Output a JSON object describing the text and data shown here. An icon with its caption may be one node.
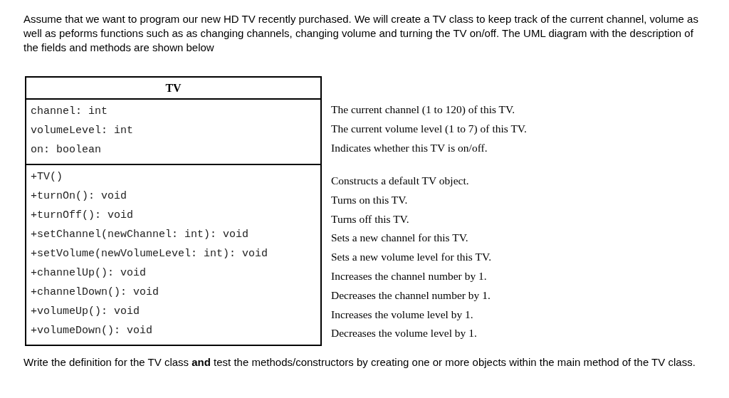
{
  "diagram": {
    "nodes": [
      {
        "text": [
          "TV"
        ]
      },
      {
        "text": [
          "channel: int",
          "volumeLevel: int",
          "on: boolean"
        ],
        "in": 0
      },
      {
        "text": [
          "+TV()",
          "+turnOn(): void",
          "+turnOff(): void",
          "+setChannel(newChannel: int): void",
          "+setVolume(newVolumeLevel: int): void",
          "+channelUp(): void",
          "+channelDown(): void",
          "+volumeUp(): void",
          "+volumeDown(): void"
        ],
        "in": 0
      }
    ],
    "labels": [
      "Assume that we want to program our new HD TV recently purchased.  We will create a TV class to keep track of the current channel, volume as well as peforms functions such as as changing channels, changing volume and turning the TV on/off.  The UML diagram with the description of the fields and methods are shown below",
      "The current channel (1 to 120) of this TV.",
      "The current volume level (1 to 7) of this TV.",
      "Indicates whether this TV is on/off.",
      "Constructs a default TV object.",
      "Turns on this TV.",
      "Turns off this TV.",
      "Sets a new channel for this TV.",
      "Sets a new volume level for this TV.",
      "Increases the channel number by 1.",
      "Decreases the channel number by 1.",
      "Increases the volume level by 1.",
      "Decreases the volume level by 1.",
      "Write the definition for the TV class **and** test the methods/constructors by creating one or more objects within the main method of the TV class."
    ]
  }
}
